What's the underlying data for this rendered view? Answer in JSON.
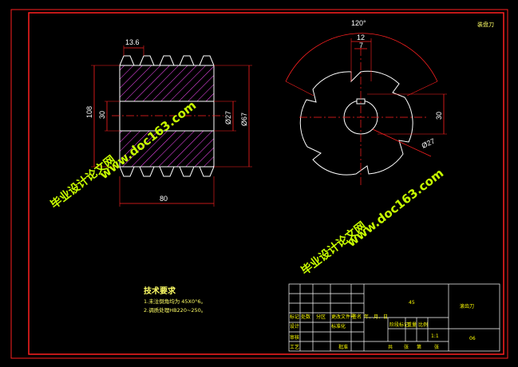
{
  "colors": {
    "background": "#000000",
    "outline": "#ff2020",
    "object": "#ffffff",
    "dimension": "#ff2020",
    "hatch": "#ff4cff",
    "note": "#ffff66",
    "watermark": "#c8ff00",
    "titleblock_text": "#ffff00"
  },
  "corner_mark": "装盘刀",
  "side_view": {
    "dim_top": "13.6",
    "dim_left_outer": "108",
    "dim_left_inner": "30",
    "dim_bore": "Ø27",
    "dim_outer": "Ø67",
    "dim_bottom": "80"
  },
  "end_view": {
    "dim_angle": "120°",
    "dim_slot_outer": "12",
    "dim_slot_inner": "7",
    "dim_keyway": "30",
    "dim_bore": "Ø27"
  },
  "notes": {
    "heading": "技术要求",
    "line1": "1.未注倒角均为 45X0°6。",
    "line2": "2.调质处理HB220~250。"
  },
  "watermark": {
    "site": "www.doc163.com",
    "name": "毕业设计论文网"
  },
  "title_block": {
    "material": "45",
    "part_name": "滚齿刀",
    "drawing_no": "06",
    "scale": "1:1",
    "row_labels": [
      "标记",
      "处数",
      "分区",
      "更改文件号",
      "签名",
      "年、月、日"
    ],
    "design_labels": [
      "设计",
      "标准化"
    ],
    "stage_labels": [
      "阶段标记",
      "重量",
      "比例"
    ],
    "review": "审核",
    "process": "工艺",
    "approve": "批准",
    "sheets": [
      "共",
      "张",
      "第",
      "张"
    ]
  }
}
